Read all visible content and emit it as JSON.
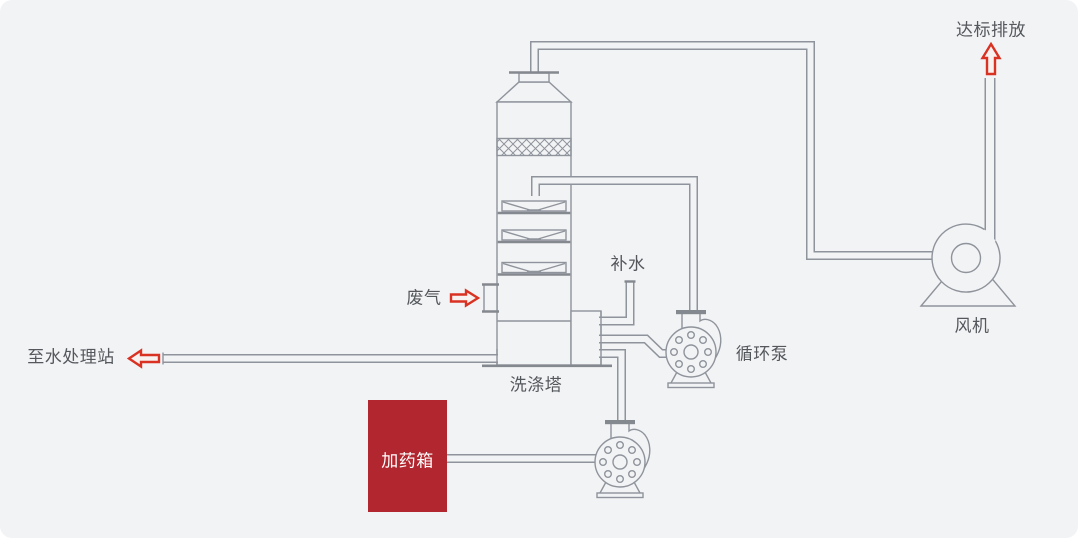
{
  "diagram": {
    "title_hint": "waste-gas scrubbing process flow",
    "labels": {
      "emission": "达标排放",
      "fan": "风机",
      "waste_gas": "废气",
      "makeup_water": "补水",
      "circulation_pump": "循环泵",
      "scrubber_tower": "洗涤塔",
      "to_water_treatment": "至水处理站",
      "dosing_tank": "加药箱"
    },
    "colors": {
      "background": "#f2f3f5",
      "line": "#8f939b",
      "label_text": "#54575c",
      "flow_arrow_red": "#d93222",
      "dosing_tank_fill": "#b2262f",
      "dosing_tank_text": "#ffffff"
    },
    "flows": [
      {
        "from": "waste_gas_inlet",
        "to": "scrubber_tower"
      },
      {
        "from": "scrubber_tower_top",
        "to": "fan"
      },
      {
        "from": "fan",
        "to": "emission_stack"
      },
      {
        "from": "tower_sump",
        "to": "circulation_pump"
      },
      {
        "from": "circulation_pump",
        "to": "spray_header"
      },
      {
        "from": "makeup_water",
        "to": "tower_sump"
      },
      {
        "from": "dosing_tank",
        "to": "dosing_pump"
      },
      {
        "from": "dosing_pump",
        "to": "tower_sump"
      },
      {
        "from": "tower_sump",
        "to": "water_treatment_station"
      }
    ]
  }
}
